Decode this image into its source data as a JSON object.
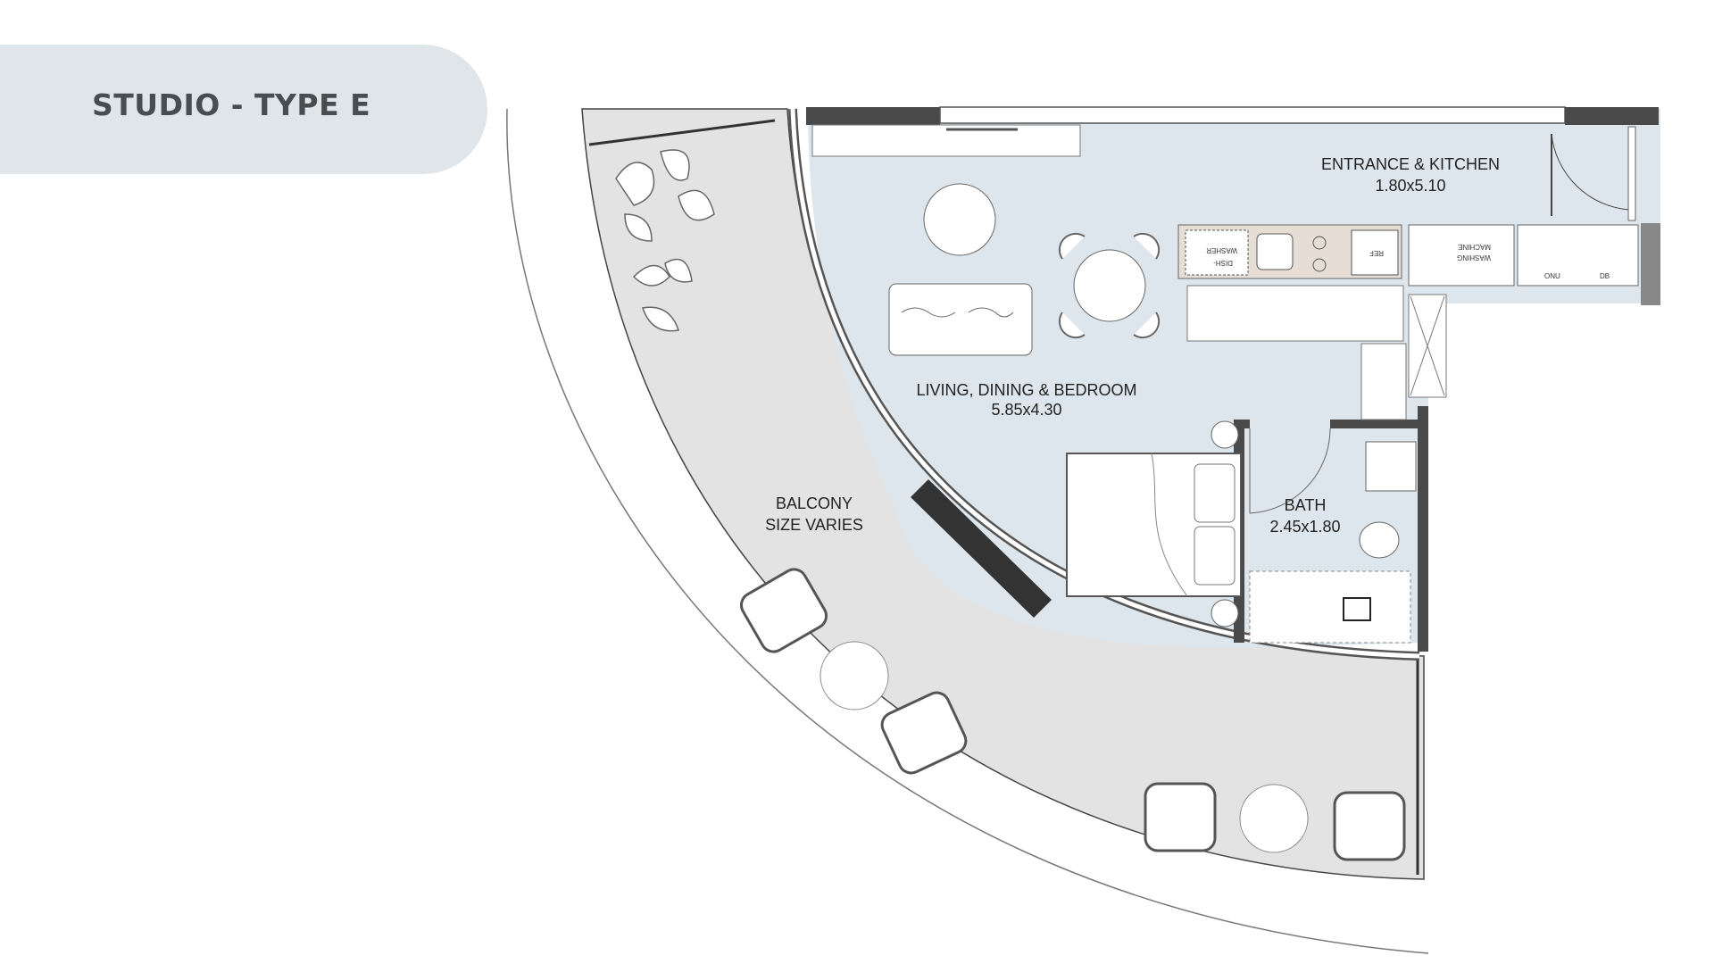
{
  "plan": {
    "title": "STUDIO - TYPE E",
    "rooms": {
      "entrance_kitchen": {
        "name": "ENTRANCE & KITCHEN",
        "size": "1.80x5.10"
      },
      "living": {
        "name": "LIVING, DINING & BEDROOM",
        "size": "5.85x4.30"
      },
      "bath": {
        "name": "BATH",
        "size": "2.45x1.80"
      },
      "balcony": {
        "name": "BALCONY",
        "size": "SIZE VARIES"
      }
    },
    "appliances": {
      "dishwasher_line1": "DISH-",
      "dishwasher_line2": "WASHER",
      "fridge": "REF",
      "washing_line1": "WASHING",
      "washing_line2": "MACHINE",
      "onu": "ONU",
      "db": "DB"
    },
    "colors": {
      "interior": "#dde6ec",
      "balcony": "#e3e3e3",
      "wall": "#4a4a4a",
      "title_bg": "#dfe5e8",
      "title_text": "#4a4d50"
    }
  }
}
